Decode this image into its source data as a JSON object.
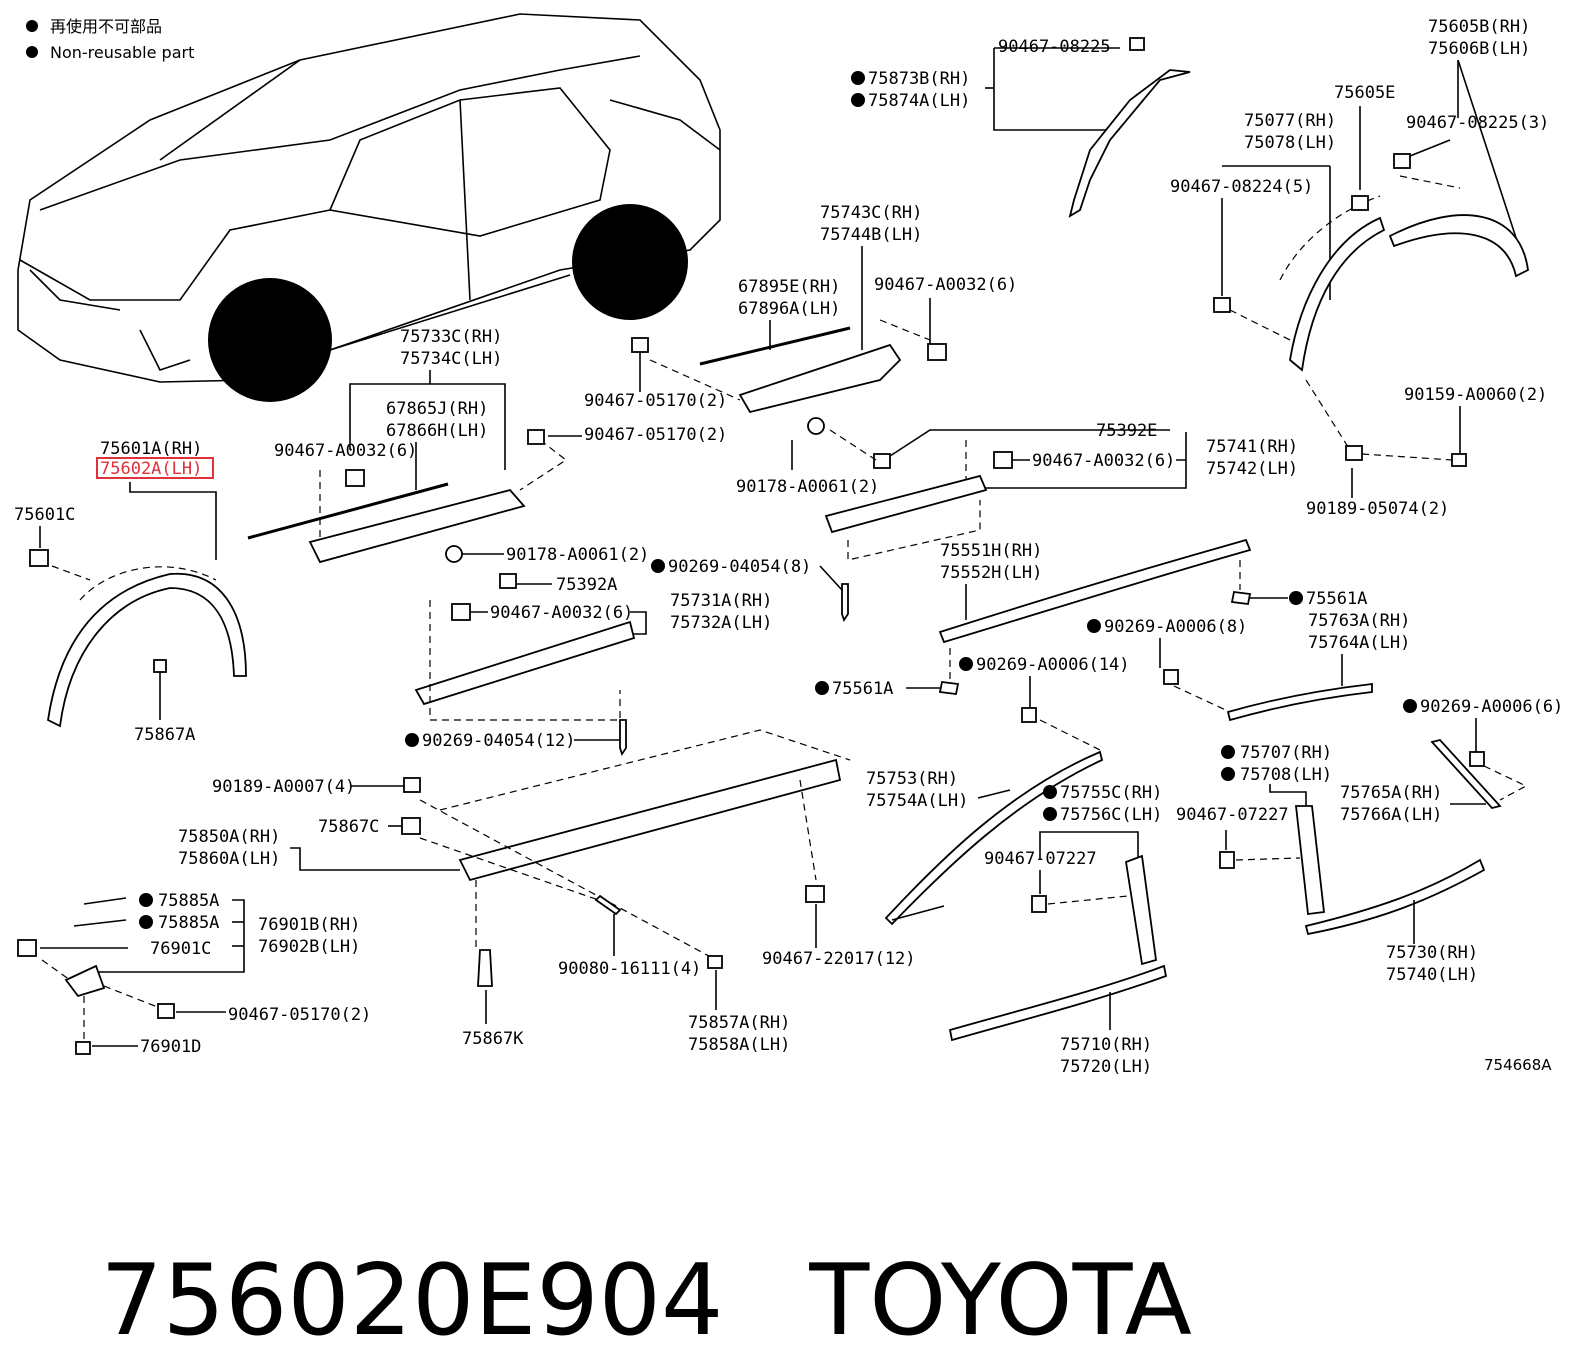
{
  "legend": {
    "reusable_cn": "再使用不可部品",
    "reusable_en": "Non-reusable part"
  },
  "diagram_ref": "754668A",
  "highlight_color": "#e0303a",
  "highlighted_part": "75602A(LH)",
  "labels": {
    "p90467_08225": "90467-08225",
    "p75873B": "75873B(RH)",
    "p75874A": "75874A(LH)",
    "p75605B": "75605B(RH)",
    "p75606B": "75606B(LH)",
    "p75605E": "75605E",
    "p75077": "75077(RH)",
    "p75078": "75078(LH)",
    "p90467_08225_3": "90467-08225(3)",
    "p90467_08224_5": "90467-08224(5)",
    "p75743C": "75743C(RH)",
    "p75744B": "75744B(LH)",
    "p67895E": "67895E(RH)",
    "p67896A": "67896A(LH)",
    "p90467_A0032_6a": "90467-A0032(6)",
    "p90467_05170_2a": "90467-05170(2)",
    "p75733C": "75733C(RH)",
    "p75734C": "75734C(LH)",
    "p67865J": "67865J(RH)",
    "p67866H": "67866H(LH)",
    "p90467_A0032_6b": "90467-A0032(6)",
    "p90467_05170_2b": "90467-05170(2)",
    "p75601A": "75601A(RH)",
    "p75602A": "75602A(LH)",
    "p75601C": "75601C",
    "p75867A": "75867A",
    "p90178_A0061_2a": "90178-A0061(2)",
    "p90269_04054_8": "90269-04054(8)",
    "p75392A": "75392A",
    "p90467_A0032_6c": "90467-A0032(6)",
    "p75731A": "75731A(RH)",
    "p75732A": "75732A(LH)",
    "p90269_04054_12": "90269-04054(12)",
    "p75392E": "75392E",
    "p90467_A0032_6d": "90467-A0032(6)",
    "p75741": "75741(RH)",
    "p75742": "75742(LH)",
    "p90178_A0061_2b": "90178-A0061(2)",
    "p90159_A0060_2": "90159-A0060(2)",
    "p90189_05074_2": "90189-05074(2)",
    "p75551H": "75551H(RH)",
    "p75552H": "75552H(LH)",
    "p75561A_a": "75561A",
    "p90269_A0006_8": "90269-A0006(8)",
    "p75763A": "75763A(RH)",
    "p75764A": "75764A(LH)",
    "p90269_A0006_14": "90269-A0006(14)",
    "p75561A_b": "75561A",
    "p90269_A0006_6": "90269-A0006(6)",
    "p75707": "75707(RH)",
    "p75708": "75708(LH)",
    "p75765A": "75765A(RH)",
    "p75766A": "75766A(LH)",
    "p90467_07227_a": "90467-07227",
    "p75753": "75753(RH)",
    "p75754A": "75754A(LH)",
    "p75755C": "75755C(RH)",
    "p75756C": "75756C(LH)",
    "p90467_07227_b": "90467-07227",
    "p75730": "75730(RH)",
    "p75740": "75740(LH)",
    "p90189_A0007_4": "90189-A0007(4)",
    "p75850A": "75850A(RH)",
    "p75860A": "75860A(LH)",
    "p75867C": "75867C",
    "p75885A_a": "75885A",
    "p75885A_b": "75885A",
    "p76901B": "76901B(RH)",
    "p76902B": "76902B(LH)",
    "p76901C": "76901C",
    "p90467_05170_2c": "90467-05170(2)",
    "p76901D": "76901D",
    "p75867K": "75867K",
    "p90080_16111_4": "90080-16111(4)",
    "p75857A": "75857A(RH)",
    "p75858A": "75858A(LH)",
    "p90467_22017_12": "90467-22017(12)",
    "p75710": "75710(RH)",
    "p75720": "75720(LH)"
  },
  "footer": {
    "part_number": "756020E904",
    "brand": "TOYOTA"
  }
}
